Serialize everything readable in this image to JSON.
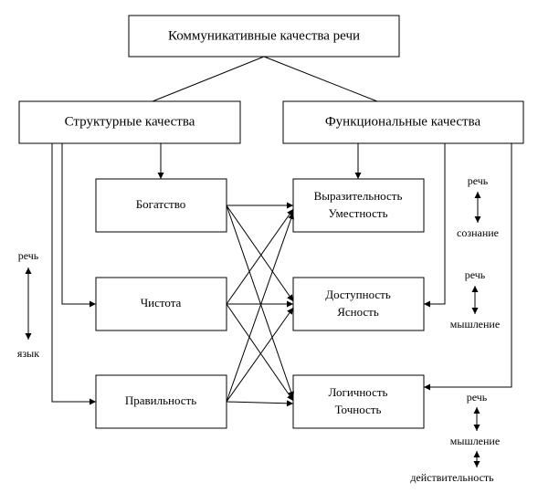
{
  "title": "Коммуникативные качества речи",
  "groups": {
    "structural": "Структурные качества",
    "functional": "Функциональные качества"
  },
  "structural_items": [
    "Богатство",
    "Чистота",
    "Правильность"
  ],
  "functional_items": [
    {
      "line1": "Выразительность",
      "line2": "Уместность"
    },
    {
      "line1": "Доступность",
      "line2": "Ясность"
    },
    {
      "line1": "Логичность",
      "line2": "Точность"
    }
  ],
  "relations": {
    "left": {
      "top": "речь",
      "bottom": "язык"
    },
    "right1": {
      "top": "речь",
      "bottom": "сознание"
    },
    "right2": {
      "top": "речь",
      "bottom": "мышление"
    },
    "right3": {
      "top": "речь",
      "middle": "мышление",
      "bottom": "действительность"
    }
  }
}
